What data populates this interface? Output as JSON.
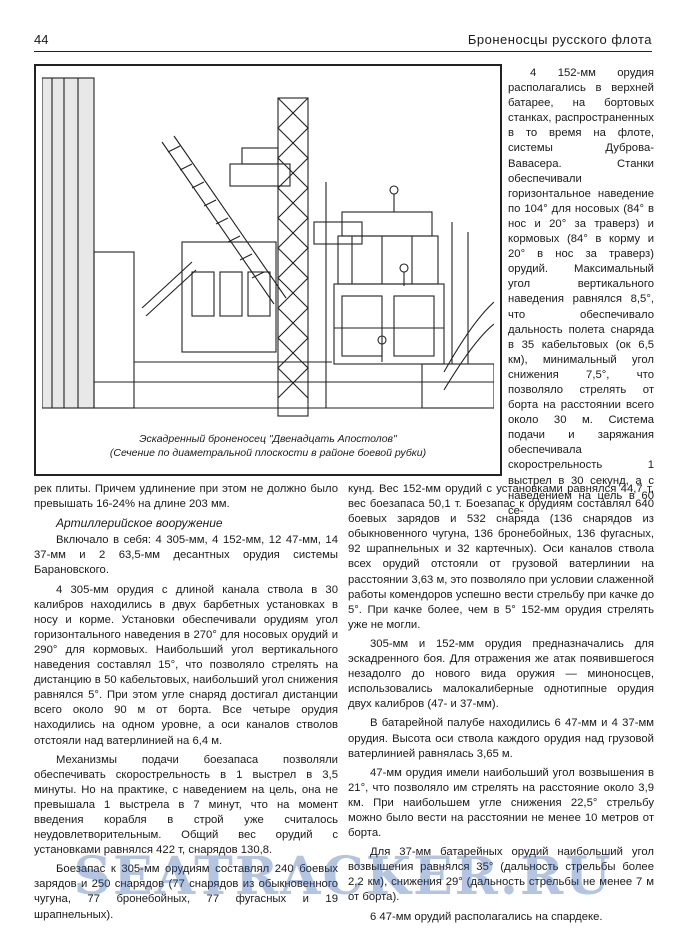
{
  "header": {
    "page_number": "44",
    "running_title": "Броненосцы русского флота"
  },
  "figure": {
    "caption_line1": "Эскадренный броненосец \"Двенадцать Апостолов\"",
    "caption_line2": "(Сечение по диаметральной плоскости в районе боевой рубки)"
  },
  "side_text": "4 152-мм орудия располагались в верхней батарее, на бортовых станках, распространенных в то время на флоте, системы Дуброва-Вавасера. Станки обеспечивали горизонтальное наведение по 104° для носовых (84° в нос и 20° за траверз) и кормовых (84° в корму и 20° в нос за траверз) орудий. Максимальный угол вертикального наведения равнялся 8,5°, что обеспечивало дальность полета снаряда в 35 кабельтовых (ок 6,5 км), минимальный угол снижения 7,5°, что позволяло стрелять от борта на расстоянии всего около 30 м. Система подачи и заряжания обеспечивала скорострельность 1 выстрел в 30 секунд, а с наведением на цель в 60 се-",
  "left_column": {
    "p1": "рек плиты. Причем удлинение при этом не должно было превышать 16-24% на длине 203 мм.",
    "heading": "Артиллерийское вооружение",
    "p2": "Включало в себя: 4 305-мм, 4 152-мм, 12 47-мм, 14 37-мм и 2 63,5-мм десантных орудия системы Барановского.",
    "p3": "4 305-мм орудия с длиной канала ствола в 30 калибров находились в двух барбетных установках в носу и корме. Установки обеспечивали орудиям угол горизонтального наведения в 270° для носовых орудий и 290° для кормовых. Наибольший угол вертикального наведения составлял 15°, что позволяло стрелять на дистанцию в 50 кабельтовых, наибольший угол снижения равнялся 5°. При этом угле снаряд достигал дистанции всего около 90 м от борта. Все четыре орудия находились на одном уровне, а оси каналов стволов отстояли над ватерлинией на 6,4 м.",
    "p4": "Механизмы подачи боезапаса позволяли обеспечивать скорострельность в 1 выстрел в 3,5 минуты. Но на практике, с наведением на цель, она не превышала 1 выстрела в 7 минут, что на момент введения корабля в строй уже считалось неудовлетворительным. Общий вес орудий с установками равнялся 422 т, снарядов 130,8.",
    "p5": "Боезапас к 305-мм орудиям составлял 240 боевых зарядов и 250 снарядов (77 снарядов из обыкновенного чугуна, 77 бронебойных, 77 фугасных и 19 шрапнельных)."
  },
  "right_column": {
    "p1": "кунд. Вес 152-мм орудий с установками равнялся 44,7 т, вес боезапаса 50,1 т. Боезапас к орудиям составлял 640 боевых зарядов и 532 снаряда (136 снарядов из обыкновенного чугуна, 136 бронебойных, 136 фугасных, 92 шрапнельных и 32 картечных). Оси каналов ствола всех орудий отстояли от грузовой ватерлинии на расстоянии 3,63 м, это позволяло при условии слаженной работы комендоров успешно вести стрельбу при качке до 5°. При качке более, чем в 5° 152-мм орудия стрелять уже не могли.",
    "p2": "305-мм и 152-мм орудия предназначались для эскадренного боя. Для отражения же атак появившегося незадолго до нового вида оружия — миноносцев, использовались малокалиберные однотипные орудия двух калибров (47- и 37-мм).",
    "p3": "В батарейной палубе находились 6 47-мм и 4 37-мм орудия. Высота оси ствола каждого орудия над грузовой ватерлинией равнялась 3,65 м.",
    "p4": "47-мм орудия имели наибольший угол возвышения в 21°, что позволяло им стрелять на расстояние около 3,9 км. При наибольшем угле снижения 22,5° стрельбу можно было вести на расстоянии не менее 10 метров от борта.",
    "p5": "Для 37-мм батарейных орудий наибольший угол возвышения равнялся 35° (дальность стрельбы более 2,2 км), снижения 29° (дальность стрельбы не менее 7 м от борта).",
    "p6": "6 47-мм орудий располагались на спардеке."
  },
  "watermark": "SEATRACKER.RU"
}
